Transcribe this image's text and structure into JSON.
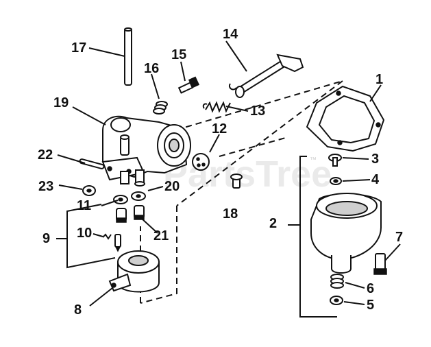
{
  "watermark": {
    "text": "PartsTree",
    "mark": "™"
  },
  "callouts": [
    {
      "id": "1",
      "label": "1"
    },
    {
      "id": "2",
      "label": "2"
    },
    {
      "id": "3",
      "label": "3"
    },
    {
      "id": "4",
      "label": "4"
    },
    {
      "id": "5",
      "label": "5"
    },
    {
      "id": "6",
      "label": "6"
    },
    {
      "id": "7",
      "label": "7"
    },
    {
      "id": "8",
      "label": "8"
    },
    {
      "id": "9",
      "label": "9"
    },
    {
      "id": "10",
      "label": "10"
    },
    {
      "id": "11",
      "label": "11"
    },
    {
      "id": "12",
      "label": "12"
    },
    {
      "id": "13",
      "label": "13"
    },
    {
      "id": "14",
      "label": "14"
    },
    {
      "id": "15",
      "label": "15"
    },
    {
      "id": "16",
      "label": "16"
    },
    {
      "id": "17",
      "label": "17"
    },
    {
      "id": "18",
      "label": "18"
    },
    {
      "id": "19",
      "label": "19"
    },
    {
      "id": "20",
      "label": "20"
    },
    {
      "id": "21",
      "label": "21"
    },
    {
      "id": "22",
      "label": "22"
    },
    {
      "id": "23",
      "label": "23"
    }
  ]
}
